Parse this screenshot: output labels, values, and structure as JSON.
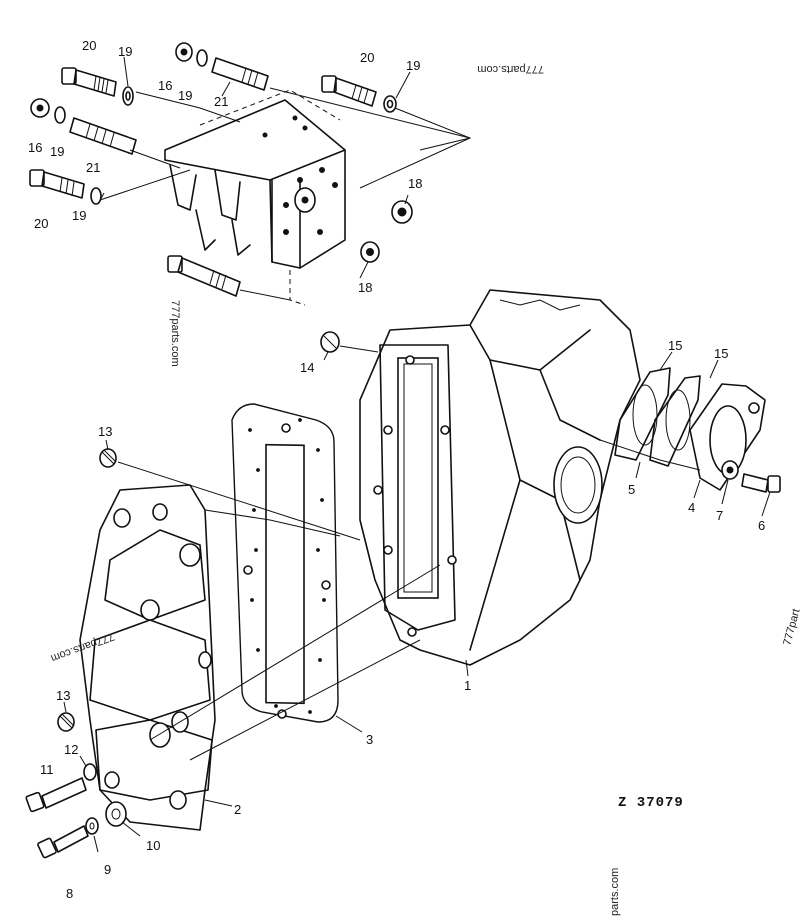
{
  "callouts": {
    "c20a": "20",
    "c19a": "19",
    "c16a": "16",
    "c19b": "19",
    "c21a": "21",
    "c20b": "20",
    "c19c": "19",
    "c16b": "16",
    "c19d": "19",
    "c21b": "21",
    "c18a": "18",
    "c20c": "20",
    "c19e": "19",
    "c18b": "18",
    "c14": "14",
    "c13a": "13",
    "c13b": "13",
    "c12": "12",
    "c11": "11",
    "c8": "8",
    "c9": "9",
    "c10": "10",
    "c2": "2",
    "c3": "3",
    "c1": "1",
    "c15a": "15",
    "c15b": "15",
    "c5": "5",
    "c4": "4",
    "c7": "7",
    "c6": "6"
  },
  "reference": "Z 37079",
  "watermarks": {
    "w1": "777parts.com",
    "w2": "777parts.com",
    "w3": "777parts.com",
    "w4": "777part",
    "w5": "parts.com"
  }
}
